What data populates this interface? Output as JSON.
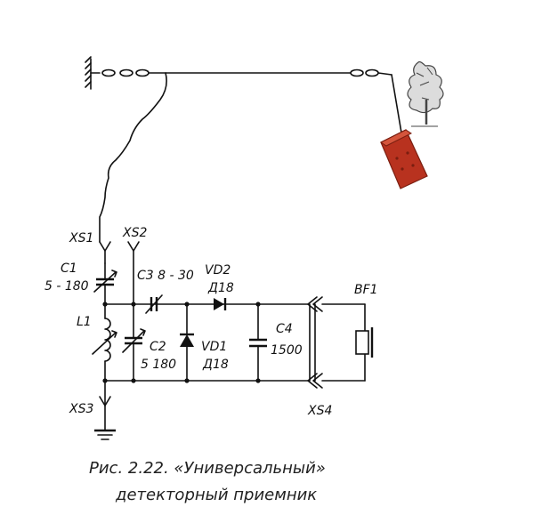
{
  "labels": {
    "xs1": "XS1",
    "xs2": "XS2",
    "xs3": "XS3",
    "xs4": "XS4",
    "c1": "C1",
    "c1_value": "5 - 180",
    "l1": "L1",
    "c3": "C3 8 - 30",
    "vd2": "VD2",
    "vd2_type": "Д18",
    "c2": "C2",
    "c2_value": "5 180",
    "vd1": "VD1",
    "vd1_type": "Д18",
    "c4": "C4",
    "c4_value": "1500",
    "bf1": "BF1"
  },
  "caption": {
    "line1": "Рис. 2.22. «Универсальный»",
    "line2": "детекторный приемник"
  },
  "colors": {
    "ink": "#111111",
    "brick": "#b8321f",
    "brick_dark": "#7a1e10",
    "tree": "#444444"
  },
  "icons": [
    "antenna-wire",
    "insulator",
    "tree",
    "brick",
    "ground-symbol",
    "headphone-capsule"
  ]
}
